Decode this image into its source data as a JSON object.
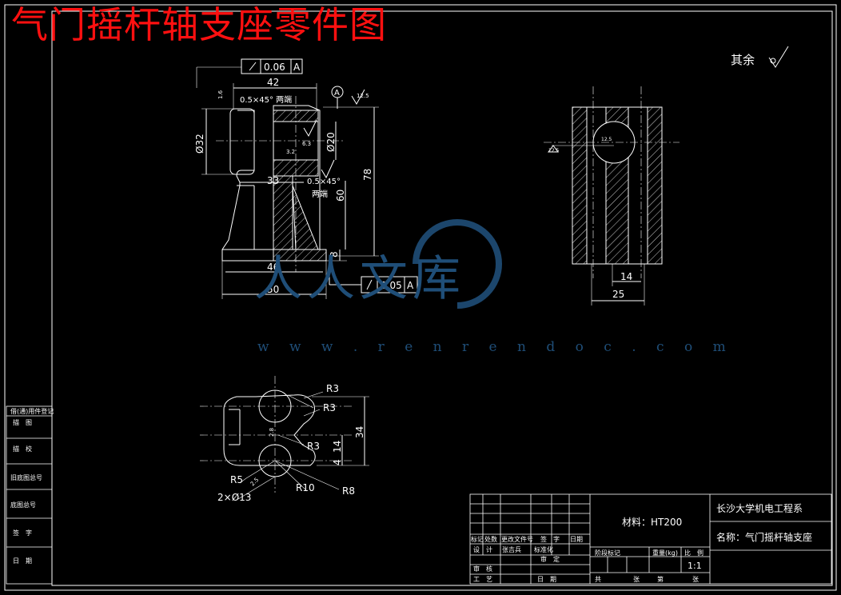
{
  "title": "气门摇杆轴支座零件图",
  "surface_note": "其余",
  "watermark": {
    "cn": "人人文库",
    "url": "w w w . r e n r e n d o c . c o m"
  },
  "front_view": {
    "tolerance_1": {
      "value": "0.06",
      "datum": "A"
    },
    "datum_label": "A",
    "dim_42": "42",
    "chamfer_top": "0.5×45° 两端",
    "roughness_1": "12.5",
    "roughness_2": "6.3",
    "roughness_3": "3.2",
    "dim_d32": "Ø32",
    "dim_d20": "Ø20",
    "dim_33": "33",
    "chamfer_bottom": "0.5×45°",
    "both_ends": "两端",
    "dim_78": "78",
    "dim_60": "60",
    "dim_8": "8",
    "dim_46": "46",
    "dim_50": "50",
    "tolerance_2": {
      "value": "0.05",
      "datum": "A"
    },
    "small_dim": "1.6"
  },
  "side_view": {
    "roughness_a": "12.5",
    "roughness_b": "12.5",
    "dim_14": "14",
    "dim_25": "25"
  },
  "top_view": {
    "r3_a": "R3",
    "r3_b": "R3",
    "r3_c": "R3",
    "dim_34": "34",
    "dim_14": "14",
    "dim_4": "4",
    "r5": "R5",
    "r10": "R10",
    "r8": "R8",
    "holes": "2×Ø13",
    "small_a": "2.8",
    "small_b": "2.5"
  },
  "left_strip": [
    "借(通)用件登记",
    "描　图",
    "描　校",
    "旧底图总号",
    "底图总号",
    "签　字",
    "日　期"
  ],
  "title_block": {
    "material_label": "材料：HT200",
    "school": "长沙大学机电工程系",
    "name": "名称：气门摇杆轴支座",
    "header_row": [
      "标记",
      "处数",
      "更改文件号",
      "签　字",
      "日期"
    ],
    "design_row": [
      "设　计",
      "张吉兵",
      "标准化"
    ],
    "review": "审　定",
    "process_row": [
      "工　艺",
      "日　期"
    ],
    "check": "审　核",
    "stage_row": [
      "阶段标记",
      "重量(kg)",
      "比　例"
    ],
    "scale": "1:1",
    "sheet_row": [
      "共",
      "张",
      "第",
      "张"
    ]
  }
}
